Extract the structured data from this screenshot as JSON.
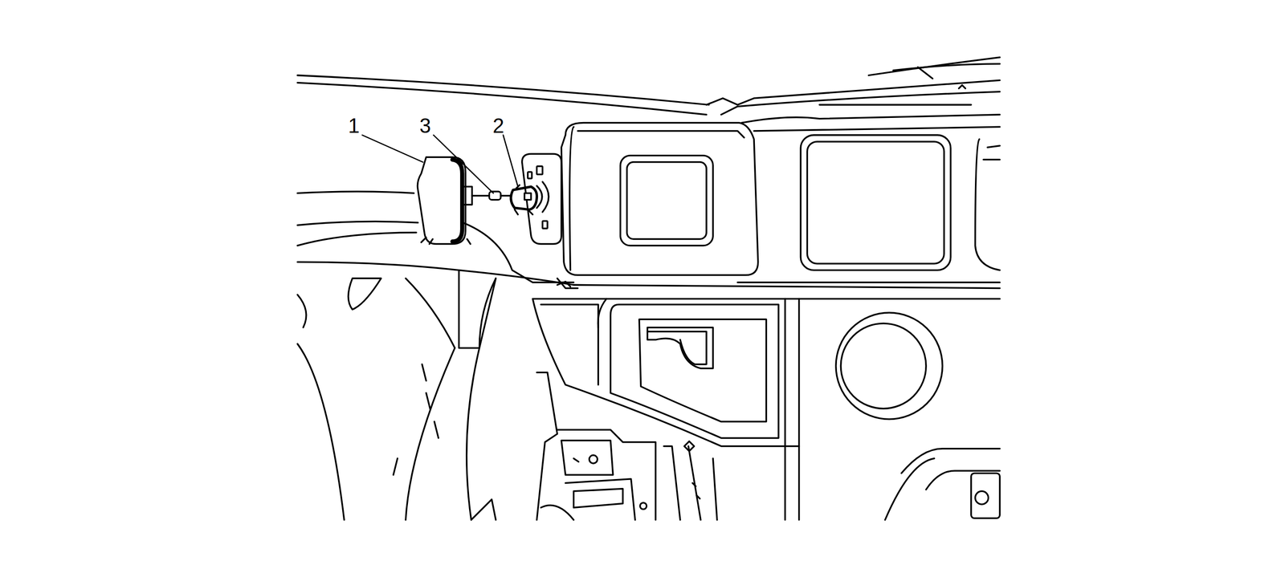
{
  "diagram": {
    "labels": [
      "1",
      "3",
      "2"
    ]
  }
}
